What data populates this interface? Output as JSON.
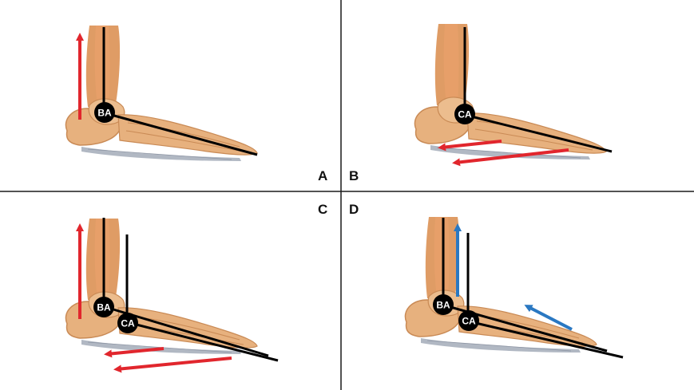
{
  "panels": {
    "a": {
      "letter": "A",
      "axis_labels": [
        "BA"
      ]
    },
    "b": {
      "letter": "B",
      "axis_labels": [
        "CA"
      ]
    },
    "c": {
      "letter": "C",
      "axis_labels": [
        "BA",
        "CA"
      ]
    },
    "d": {
      "letter": "D",
      "axis_labels": [
        "BA",
        "CA"
      ]
    }
  },
  "colors": {
    "bone": "#e7b17e",
    "bone_shadow": "#c98a55",
    "muscle": "#d98b4a",
    "plantar_tissue": "#a9b0bd",
    "axis_marker": "#000000",
    "line": "#000000",
    "force_arrow": "#e1262d",
    "blue_arrow": "#2a78c2",
    "divider": "#1a1a1a"
  }
}
